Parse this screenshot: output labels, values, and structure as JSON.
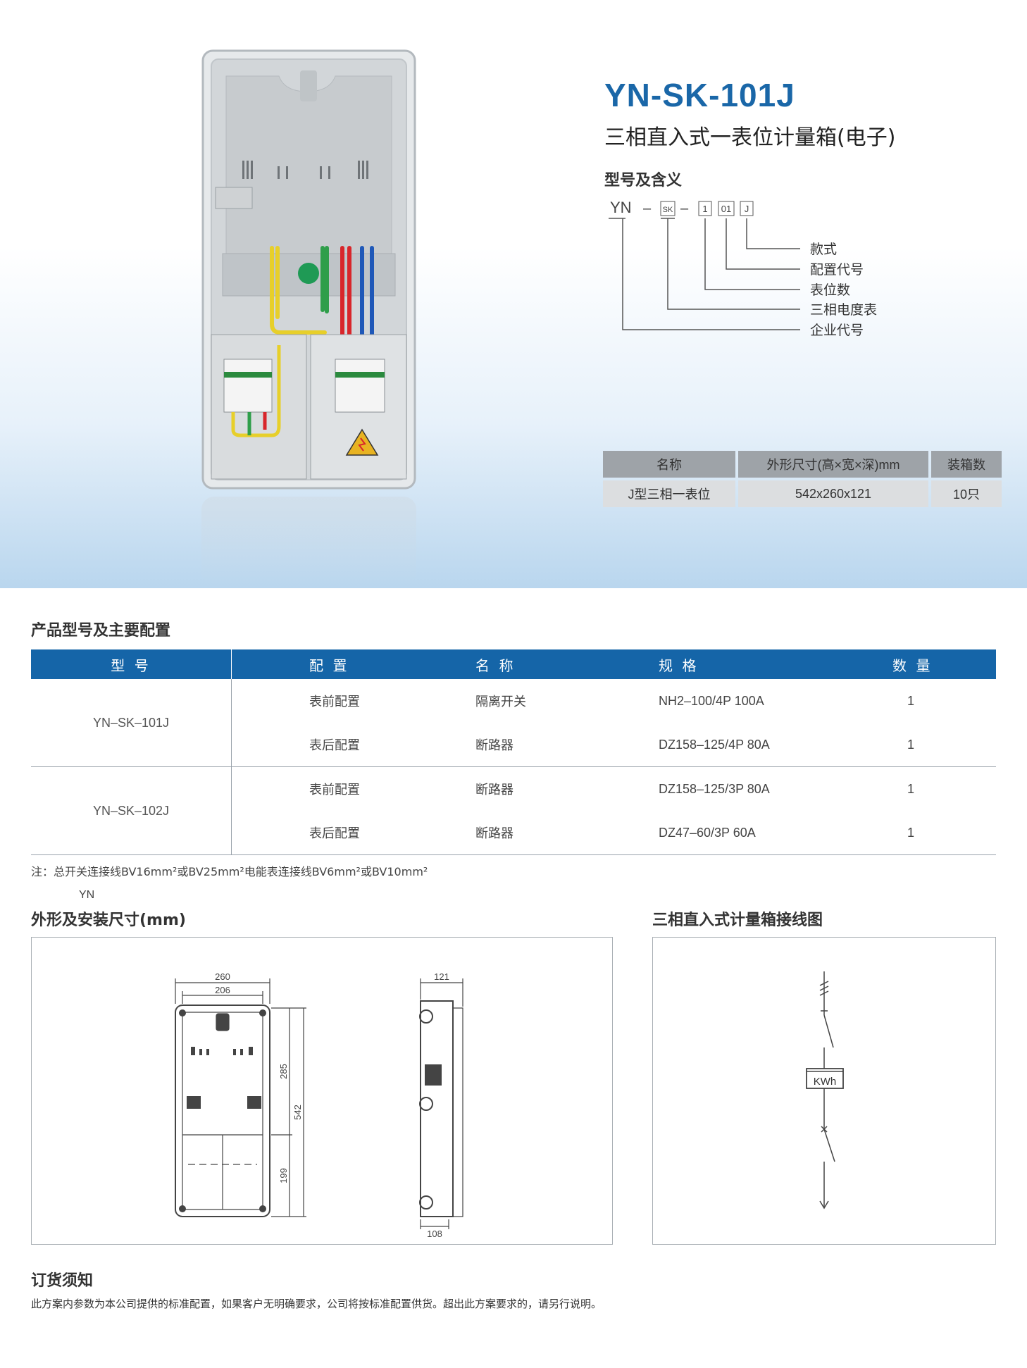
{
  "header": {
    "model": "YN-SK-101J",
    "subtitle": "三相直入式一表位计量箱(电子)"
  },
  "meaning": {
    "heading": "型号及含义",
    "code": {
      "yn": "YN",
      "sk": "SK",
      "one": "1",
      "zero_one": "01",
      "j": "J",
      "dash": "–"
    },
    "labels": [
      "款式",
      "配置代号",
      "表位数",
      "三相电度表",
      "企业代号"
    ]
  },
  "spec_table": {
    "headers": [
      "名称",
      "外形尺寸(高×宽×深)mm",
      "装箱数"
    ],
    "row": [
      "J型三相一表位",
      "542x260x121",
      "10只"
    ]
  },
  "config": {
    "heading": "产品型号及主要配置",
    "headers": [
      "型 号",
      "配 置",
      "名 称",
      "规 格",
      "数 量"
    ],
    "groups": [
      {
        "model": "YN–SK–101J",
        "rows": [
          [
            "表前配置",
            "隔离开关",
            "NH2–100/4P 100A",
            "1"
          ],
          [
            "表后配置",
            "断路器",
            "DZ158–125/4P 80A",
            "1"
          ]
        ]
      },
      {
        "model": "YN–SK–102J",
        "rows": [
          [
            "表前配置",
            "断路器",
            "DZ158–125/3P 80A",
            "1"
          ],
          [
            "表后配置",
            "断路器",
            "DZ47–60/3P 60A",
            "1"
          ]
        ]
      }
    ]
  },
  "note": {
    "line1": "注：总开关连接线BV16mm²或BV25mm²电能表连接线BV6mm²或BV10mm²",
    "line2": "YN"
  },
  "dimensions": {
    "heading": "外形及安装尺寸(mm)",
    "front_outer_width": "260",
    "front_inner_width": "206",
    "height_top": "285",
    "height_total": "542",
    "height_bottom": "199",
    "depth_top": "121",
    "depth_bottom": "108"
  },
  "wiring": {
    "heading": "三相直入式计量箱接线图",
    "meter_label": "KWh"
  },
  "order": {
    "heading": "订货须知",
    "text": "此方案内参数为本公司提供的标准配置，如果客户无明确要求，公司将按标准配置供货。超出此方案要求的，请另行说明。"
  },
  "colors": {
    "accent": "#1565a8",
    "model_title": "#1a67a8"
  }
}
